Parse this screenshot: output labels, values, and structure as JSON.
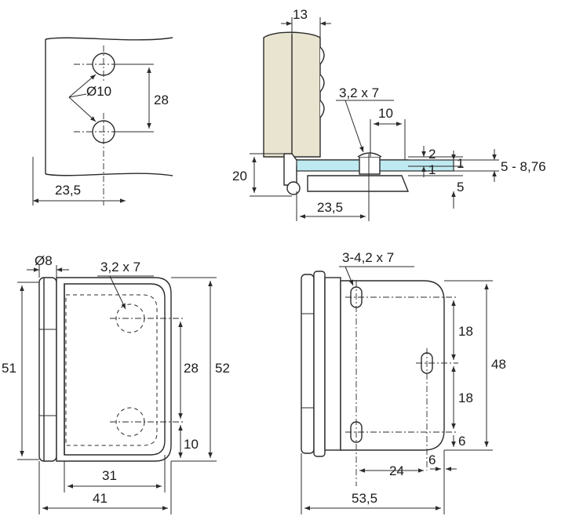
{
  "labels": {
    "top_left_hole_dia": "Ø10",
    "top_left_spacing": "28",
    "top_left_offset": "23,5",
    "side_width": "13",
    "side_screw": "3,2 x 7",
    "side_ten": "10",
    "side_two": "2",
    "side_one_a": "1",
    "side_one_b": "1",
    "side_glass": "5 - 8,76",
    "side_five": "5",
    "side_height": "20",
    "side_offset": "23,5",
    "front_pin_dia": "Ø8",
    "front_screw": "3,2 x 7",
    "front_height_outer": "51",
    "front_spacing": "28",
    "front_height": "52",
    "front_ten": "10",
    "front_inner_width": "31",
    "front_width": "41",
    "back_slots": "3-4,2 x 7",
    "back_upper": "18",
    "back_lower": "18",
    "back_height": "48",
    "back_six_v": "6",
    "back_24": "24",
    "back_six_h": "6",
    "back_width": "53,5"
  },
  "colors": {
    "line": "#2b2b2b",
    "plate_fill": "#e9e4d0",
    "glass_fill": "#bfe9f0"
  }
}
